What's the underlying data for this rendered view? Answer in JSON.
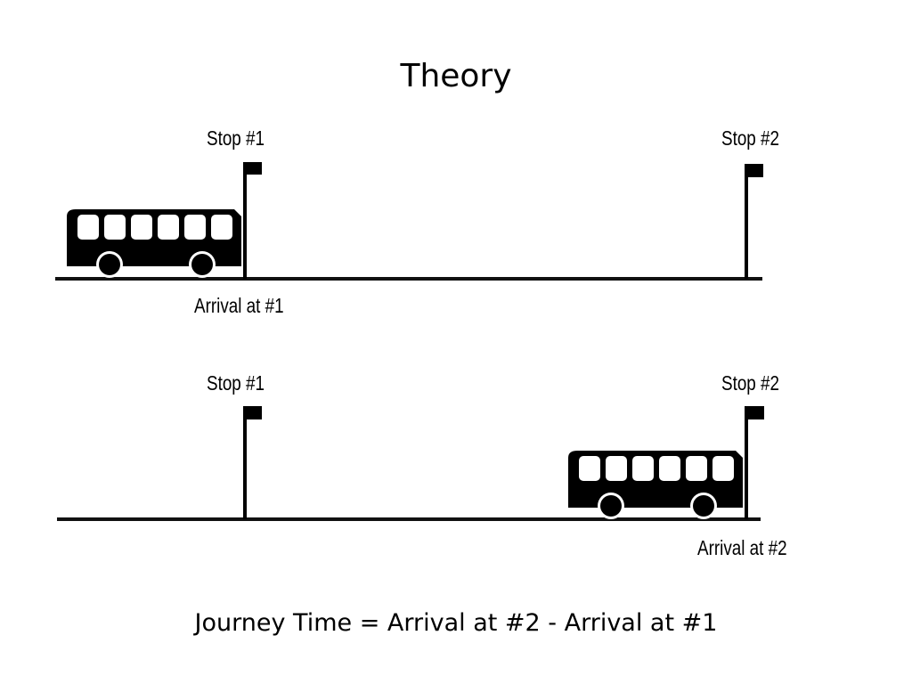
{
  "title": "Theory",
  "scene_top": {
    "stop1_label": "Stop #1",
    "stop2_label": "Stop #2",
    "arrival_label": "Arrival at #1",
    "bus_at": "Stop #1"
  },
  "scene_bottom": {
    "stop1_label": "Stop #1",
    "stop2_label": "Stop #2",
    "arrival_label": "Arrival at #2",
    "bus_at": "Stop #2"
  },
  "formula": "Journey Time = Arrival at #2 - Arrival at #1"
}
